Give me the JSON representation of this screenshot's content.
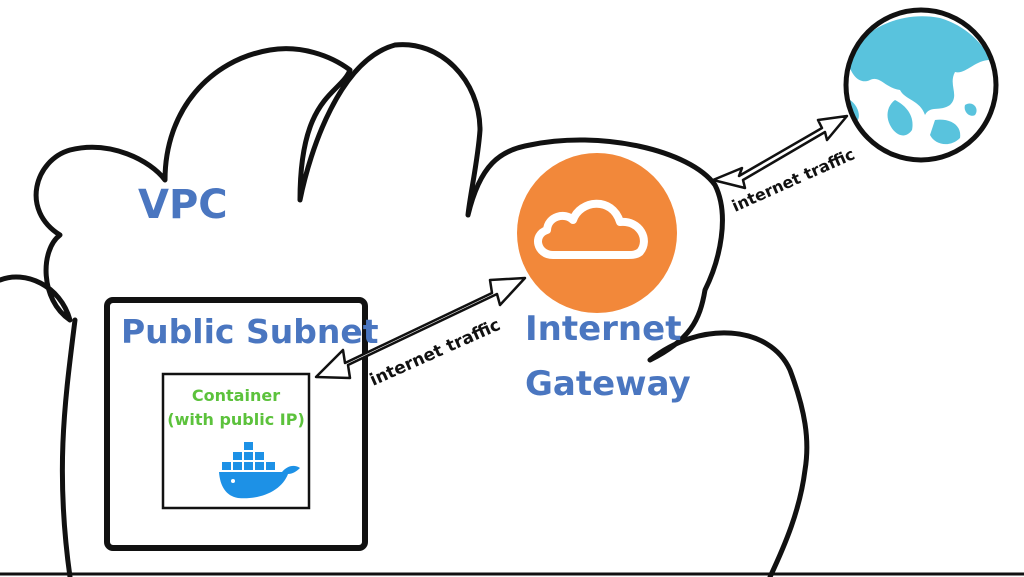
{
  "labels": {
    "vpc": "VPC",
    "public_subnet": "Public Subnet",
    "container_line1": "Container",
    "container_line2": "(with public IP)",
    "internet_gateway_line1": "Internet",
    "internet_gateway_line2": "Gateway",
    "traffic_left": "internet traffic",
    "traffic_right": "internet traffic"
  },
  "colors": {
    "blue_text": "#4a76c0",
    "green_text": "#5cc23c",
    "gateway_orange": "#f2883a",
    "globe_water": "#ffffff",
    "globe_land": "#59c3dd",
    "docker_blue": "#1d91e6",
    "outline": "#111111"
  },
  "icons": {
    "gateway": "cloud-icon",
    "globe": "globe-icon",
    "container": "docker-whale-icon"
  }
}
